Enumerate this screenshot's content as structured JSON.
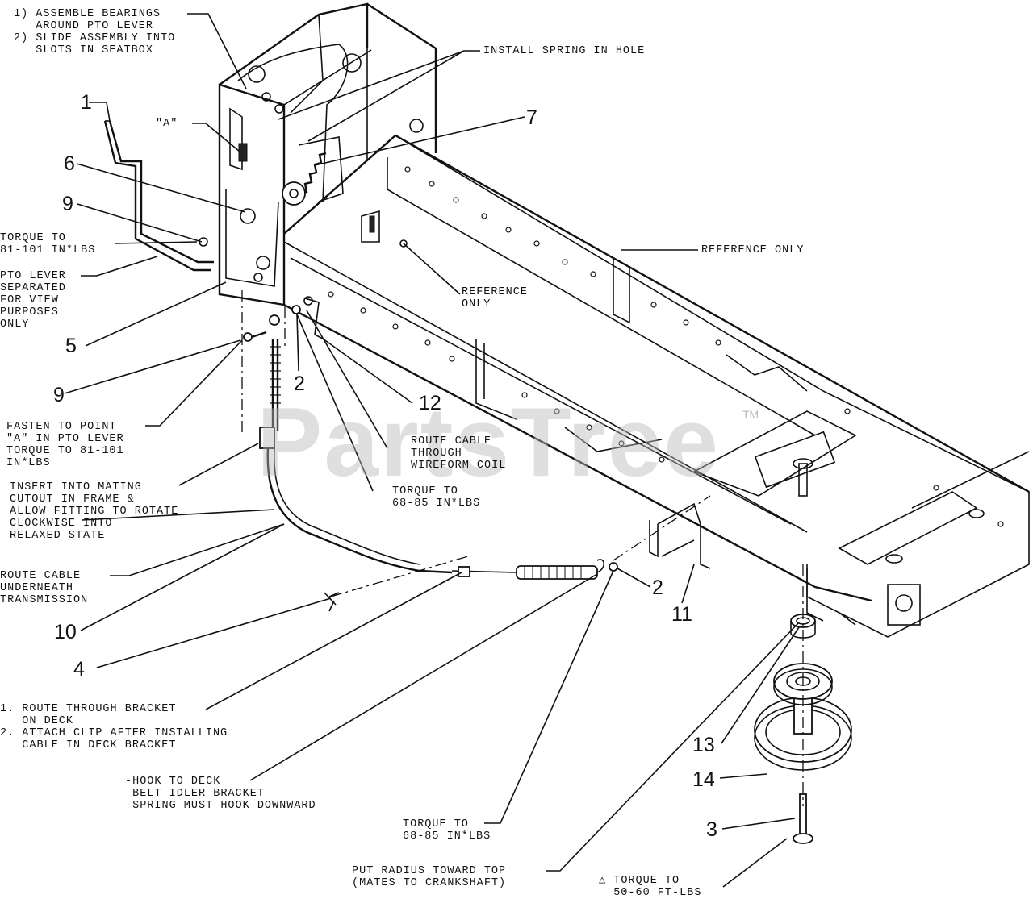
{
  "watermark": "PartsTree",
  "trademark": "TM",
  "notes": {
    "assemble": "1) ASSEMBLE BEARINGS\n   AROUND PTO LEVER\n2) SLIDE ASSEMBLY INTO\n   SLOTS IN SEATBOX",
    "install_spring": "INSTALL SPRING IN HOLE",
    "point_a": "\"A\"",
    "torque_top": "TORQUE TO\n81-101 IN*LBS",
    "pto_lever": "PTO LEVER\nSEPARATED\nFOR VIEW\nPURPOSES\nONLY",
    "reference_only_1": "REFERENCE ONLY",
    "reference_only_2": "REFERENCE\nONLY",
    "fasten": "FASTEN TO POINT\n\"A\" IN PTO LEVER\nTORQUE TO 81-101\nIN*LBS",
    "route_coil": "ROUTE CABLE\nTHROUGH\nWIREFORM COIL",
    "insert": "INSERT INTO MATING\nCUTOUT IN FRAME &\nALLOW FITTING TO ROTATE\nCLOCKWISE INTO\nRELAXED STATE",
    "torque_mid": "TORQUE TO\n68-85 IN*LBS",
    "route_under": "ROUTE CABLE\nUNDERNEATH\nTRANSMISSION",
    "route_bracket": "1. ROUTE THROUGH BRACKET\n   ON DECK\n2. ATTACH CLIP AFTER INSTALLING\n   CABLE IN DECK BRACKET",
    "hook": "-HOOK TO DECK\n BELT IDLER BRACKET\n-SPRING MUST HOOK DOWNWARD",
    "torque_bottom": "TORQUE TO\n68-85 IN*LBS",
    "radius": "PUT RADIUS TOWARD TOP\n(MATES TO CRANKSHAFT)",
    "torque_ft": "△ TORQUE TO\n  50-60 FT-LBS"
  },
  "callouts": {
    "c1": "1",
    "c7": "7",
    "c6": "6",
    "c9a": "9",
    "c5": "5",
    "c9b": "9",
    "c2a": "2",
    "c12": "12",
    "c10": "10",
    "c4": "4",
    "c2b": "2",
    "c11": "11",
    "c13": "13",
    "c14": "14",
    "c3": "3"
  }
}
